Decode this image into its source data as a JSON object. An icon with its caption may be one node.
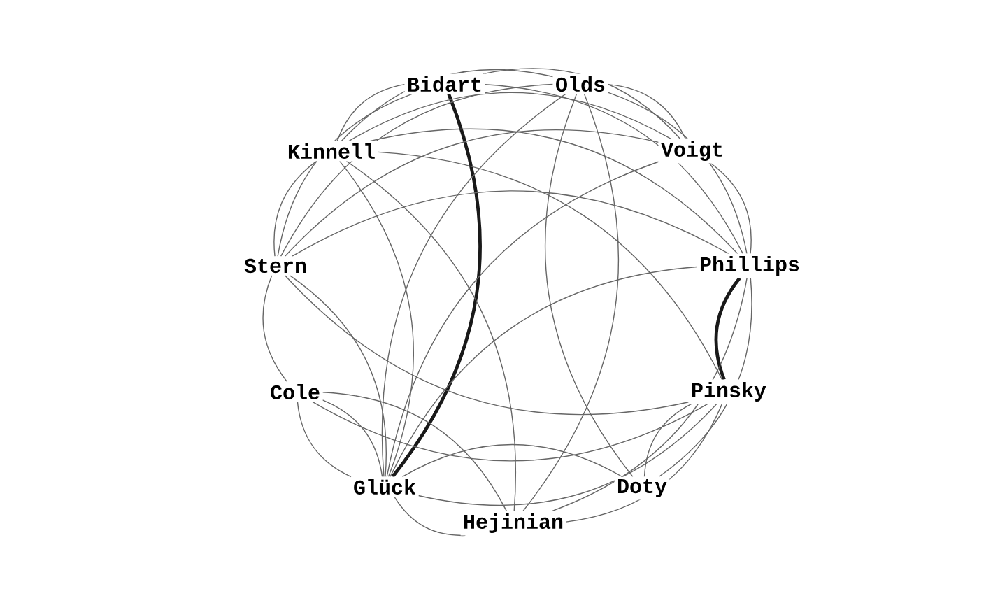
{
  "diagram": {
    "nodes": [
      {
        "text": [
          "Bidart"
        ]
      },
      {
        "text": [
          "Olds"
        ]
      },
      {
        "text": [
          "Kinnell"
        ]
      },
      {
        "text": [
          "Voigt"
        ]
      },
      {
        "text": [
          "Stern"
        ]
      },
      {
        "text": [
          "Phillips"
        ]
      },
      {
        "text": [
          "Cole"
        ]
      },
      {
        "text": [
          "Pinsky"
        ]
      },
      {
        "text": [
          "Glück"
        ]
      },
      {
        "text": [
          "Doty"
        ]
      },
      {
        "text": [
          "Hejinian"
        ]
      }
    ],
    "edges": [
      {
        "from": 0,
        "to": 8,
        "arrow": "none",
        "style": "thick"
      },
      {
        "from": 2,
        "to": 0,
        "arrow": "none"
      },
      {
        "from": 4,
        "to": 0,
        "arrow": "none"
      },
      {
        "from": 0,
        "to": 3,
        "arrow": "none"
      },
      {
        "from": 0,
        "to": 5,
        "arrow": "none"
      },
      {
        "from": 2,
        "to": 1,
        "arrow": "none"
      },
      {
        "from": 4,
        "to": 1,
        "arrow": "none"
      },
      {
        "from": 1,
        "to": 3,
        "arrow": "none"
      },
      {
        "from": 1,
        "to": 5,
        "arrow": "none"
      },
      {
        "from": 8,
        "to": 1,
        "arrow": "none"
      },
      {
        "from": 1,
        "to": 10,
        "arrow": "none"
      },
      {
        "from": 9,
        "to": 1,
        "arrow": "none"
      },
      {
        "from": 2,
        "to": 3,
        "arrow": "none"
      },
      {
        "from": 2,
        "to": 5,
        "arrow": "none"
      },
      {
        "from": 2,
        "to": 7,
        "arrow": "none"
      },
      {
        "from": 2,
        "to": 8,
        "arrow": "none"
      },
      {
        "from": 2,
        "to": 10,
        "arrow": "none"
      },
      {
        "from": 4,
        "to": 2,
        "arrow": "none"
      },
      {
        "from": 3,
        "to": 5,
        "arrow": "none"
      },
      {
        "from": 4,
        "to": 3,
        "arrow": "none"
      },
      {
        "from": 8,
        "to": 3,
        "arrow": "none"
      },
      {
        "from": 4,
        "to": 5,
        "arrow": "none"
      },
      {
        "from": 7,
        "to": 4,
        "arrow": "none"
      },
      {
        "from": 4,
        "to": 8,
        "arrow": "none"
      },
      {
        "from": 6,
        "to": 4,
        "arrow": "none"
      },
      {
        "from": 7,
        "to": 5,
        "arrow": "none",
        "style": "thick"
      },
      {
        "from": 8,
        "to": 5,
        "arrow": "none"
      },
      {
        "from": 5,
        "to": 10,
        "arrow": "none"
      },
      {
        "from": 8,
        "to": 6,
        "arrow": "none"
      },
      {
        "from": 6,
        "to": 8,
        "arrow": "none"
      },
      {
        "from": 7,
        "to": 6,
        "arrow": "none"
      },
      {
        "from": 6,
        "to": 10,
        "arrow": "none"
      },
      {
        "from": 10,
        "to": 8,
        "arrow": "none"
      },
      {
        "from": 7,
        "to": 8,
        "arrow": "none"
      },
      {
        "from": 8,
        "to": 9,
        "arrow": "none"
      },
      {
        "from": 9,
        "to": 7,
        "arrow": "none"
      },
      {
        "from": 5,
        "to": 9,
        "arrow": "none"
      },
      {
        "from": 7,
        "to": 10,
        "arrow": "none"
      }
    ]
  }
}
